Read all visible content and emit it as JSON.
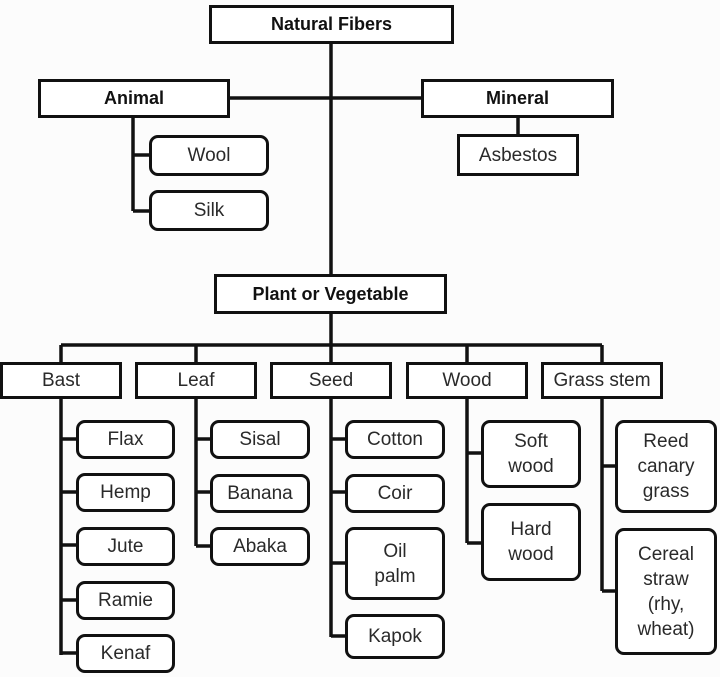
{
  "diagram": {
    "root": "Natural Fibers",
    "categories": {
      "animal": {
        "label": "Animal",
        "children": [
          "Wool",
          "Silk"
        ]
      },
      "mineral": {
        "label": "Mineral",
        "children": [
          "Asbestos"
        ]
      },
      "plant": {
        "label": "Plant or Vegetable"
      }
    },
    "plant_groups": [
      {
        "label": "Bast",
        "children": [
          "Flax",
          "Hemp",
          "Jute",
          "Ramie",
          "Kenaf"
        ]
      },
      {
        "label": "Leaf",
        "children": [
          "Sisal",
          "Banana",
          "Abaka"
        ]
      },
      {
        "label": "Seed",
        "children": [
          "Cotton",
          "Coir",
          "Oil palm",
          "Kapok"
        ]
      },
      {
        "label": "Wood",
        "children": [
          "Soft wood",
          "Hard wood"
        ]
      },
      {
        "label": "Grass stem",
        "children": [
          "Reed canary grass",
          "Cereal straw (rhy, wheat)"
        ]
      }
    ],
    "multiline": {
      "oil_palm": [
        "Oil",
        "palm"
      ],
      "soft_wood": [
        "Soft",
        "wood"
      ],
      "hard_wood": [
        "Hard",
        "wood"
      ],
      "reed": [
        "Reed",
        "canary",
        "grass"
      ],
      "cereal": [
        "Cereal",
        "straw",
        "(rhy,",
        "wheat)"
      ]
    }
  }
}
